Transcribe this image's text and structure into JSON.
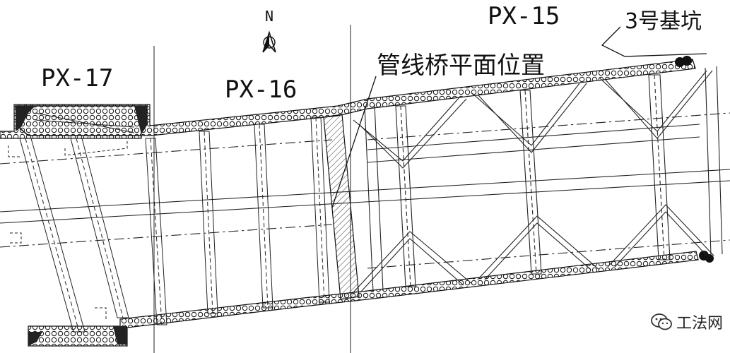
{
  "labels": {
    "px17": "PX-17",
    "px16": "PX-16",
    "px15": "PX-15",
    "pit": "3号基坑",
    "pipe_bridge": "管线桥平面位置",
    "north": "N"
  },
  "watermark": {
    "text": "工法网",
    "icon": "wechat-bubble-icon"
  },
  "colors": {
    "ink": "#111111",
    "fill_dark": "#222222",
    "hatch": "#555555"
  }
}
